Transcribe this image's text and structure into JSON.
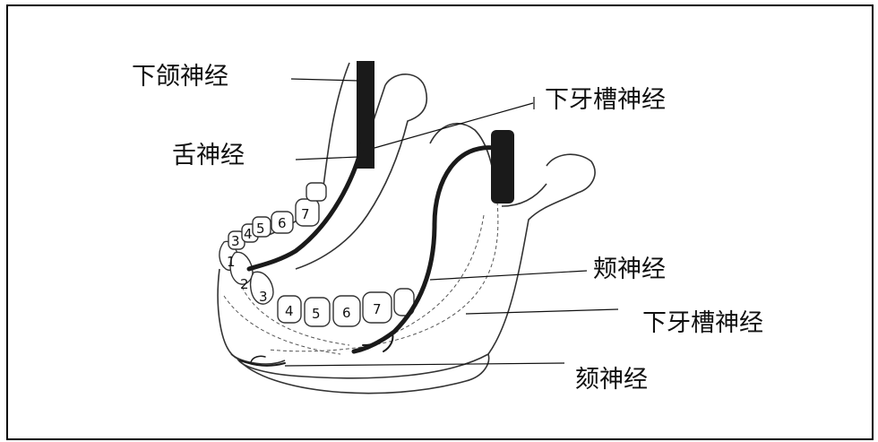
{
  "diagram": {
    "labels": {
      "mandibular_nerve": "下颌神经",
      "lingual_nerve": "舌神经",
      "inferior_alveolar_nerve_top": "下牙槽神经",
      "buccal_nerve": "颊神经",
      "inferior_alveolar_nerve_bottom": "下牙槽神经",
      "mental_nerve": "颏神经"
    },
    "teeth_left": [
      "1",
      "2",
      "3",
      "3",
      "4",
      "5",
      "6",
      "7"
    ],
    "teeth_right": [
      "4",
      "5",
      "6",
      "7"
    ],
    "colors": {
      "nerve": "#1a1a1a",
      "outline": "#333333",
      "frame": "#000000"
    }
  }
}
